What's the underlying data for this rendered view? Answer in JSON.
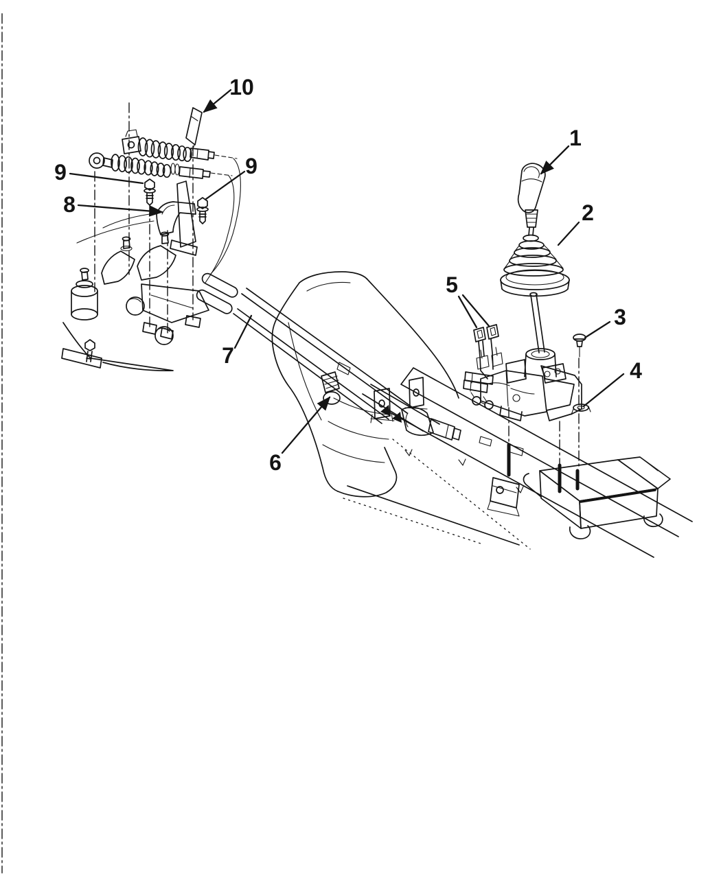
{
  "figure": {
    "background": "#ffffff",
    "line_color": "#141414"
  },
  "callouts": {
    "c1": {
      "label": "1"
    },
    "c2": {
      "label": "2"
    },
    "c3": {
      "label": "3"
    },
    "c4": {
      "label": "4"
    },
    "c5": {
      "label": "5"
    },
    "c6": {
      "label": "6"
    },
    "c7": {
      "label": "7"
    },
    "c8": {
      "label": "8"
    },
    "c9a": {
      "label": "9"
    },
    "c9b": {
      "label": "9"
    },
    "c10": {
      "label": "10"
    }
  }
}
